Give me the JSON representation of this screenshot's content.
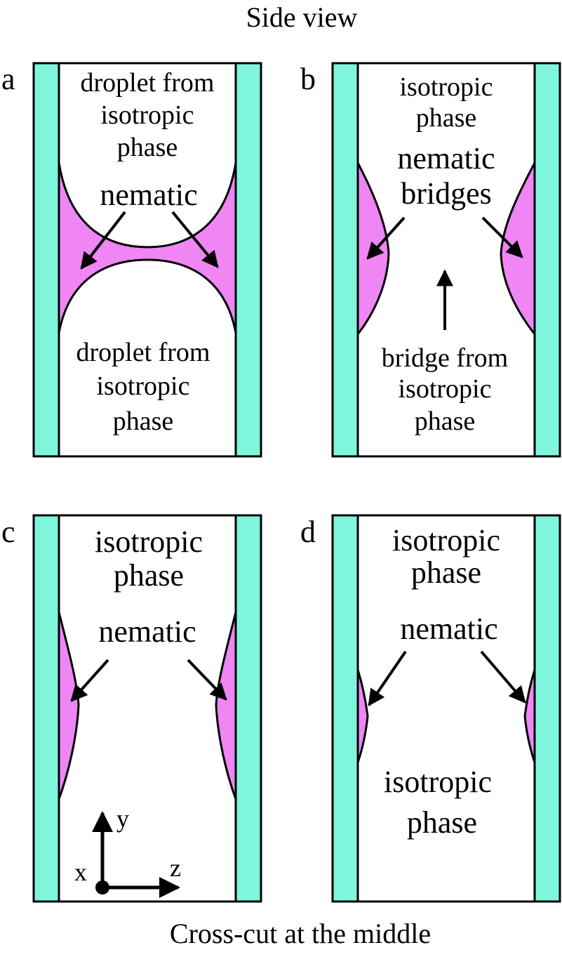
{
  "figure": {
    "title_top": "Side view",
    "title_bottom": "Cross-cut at the middle"
  },
  "colors": {
    "wall": "#7ff5dc",
    "nematic": "#ef86f4",
    "outline": "#000000",
    "background": "#ffffff"
  },
  "panels": {
    "a": {
      "letter": "a",
      "top_label": [
        "droplet from",
        "isotropic",
        "phase"
      ],
      "nematic_label": "nematic",
      "bottom_label": [
        "droplet from",
        "isotropic",
        "phase"
      ]
    },
    "b": {
      "letter": "b",
      "top_label": [
        "isotropic",
        "phase"
      ],
      "nematic_label": [
        "nematic",
        "bridges"
      ],
      "bottom_label": [
        "bridge from",
        "isotropic",
        "phase"
      ]
    },
    "c": {
      "letter": "c",
      "top_label": [
        "isotropic",
        "phase"
      ],
      "nematic_label": "nematic",
      "axes": {
        "y": "y",
        "z": "z",
        "x": "x"
      }
    },
    "d": {
      "letter": "d",
      "top_label": [
        "isotropic",
        "phase"
      ],
      "nematic_label": "nematic",
      "bottom_label": [
        "isotropic",
        "phase"
      ]
    }
  }
}
